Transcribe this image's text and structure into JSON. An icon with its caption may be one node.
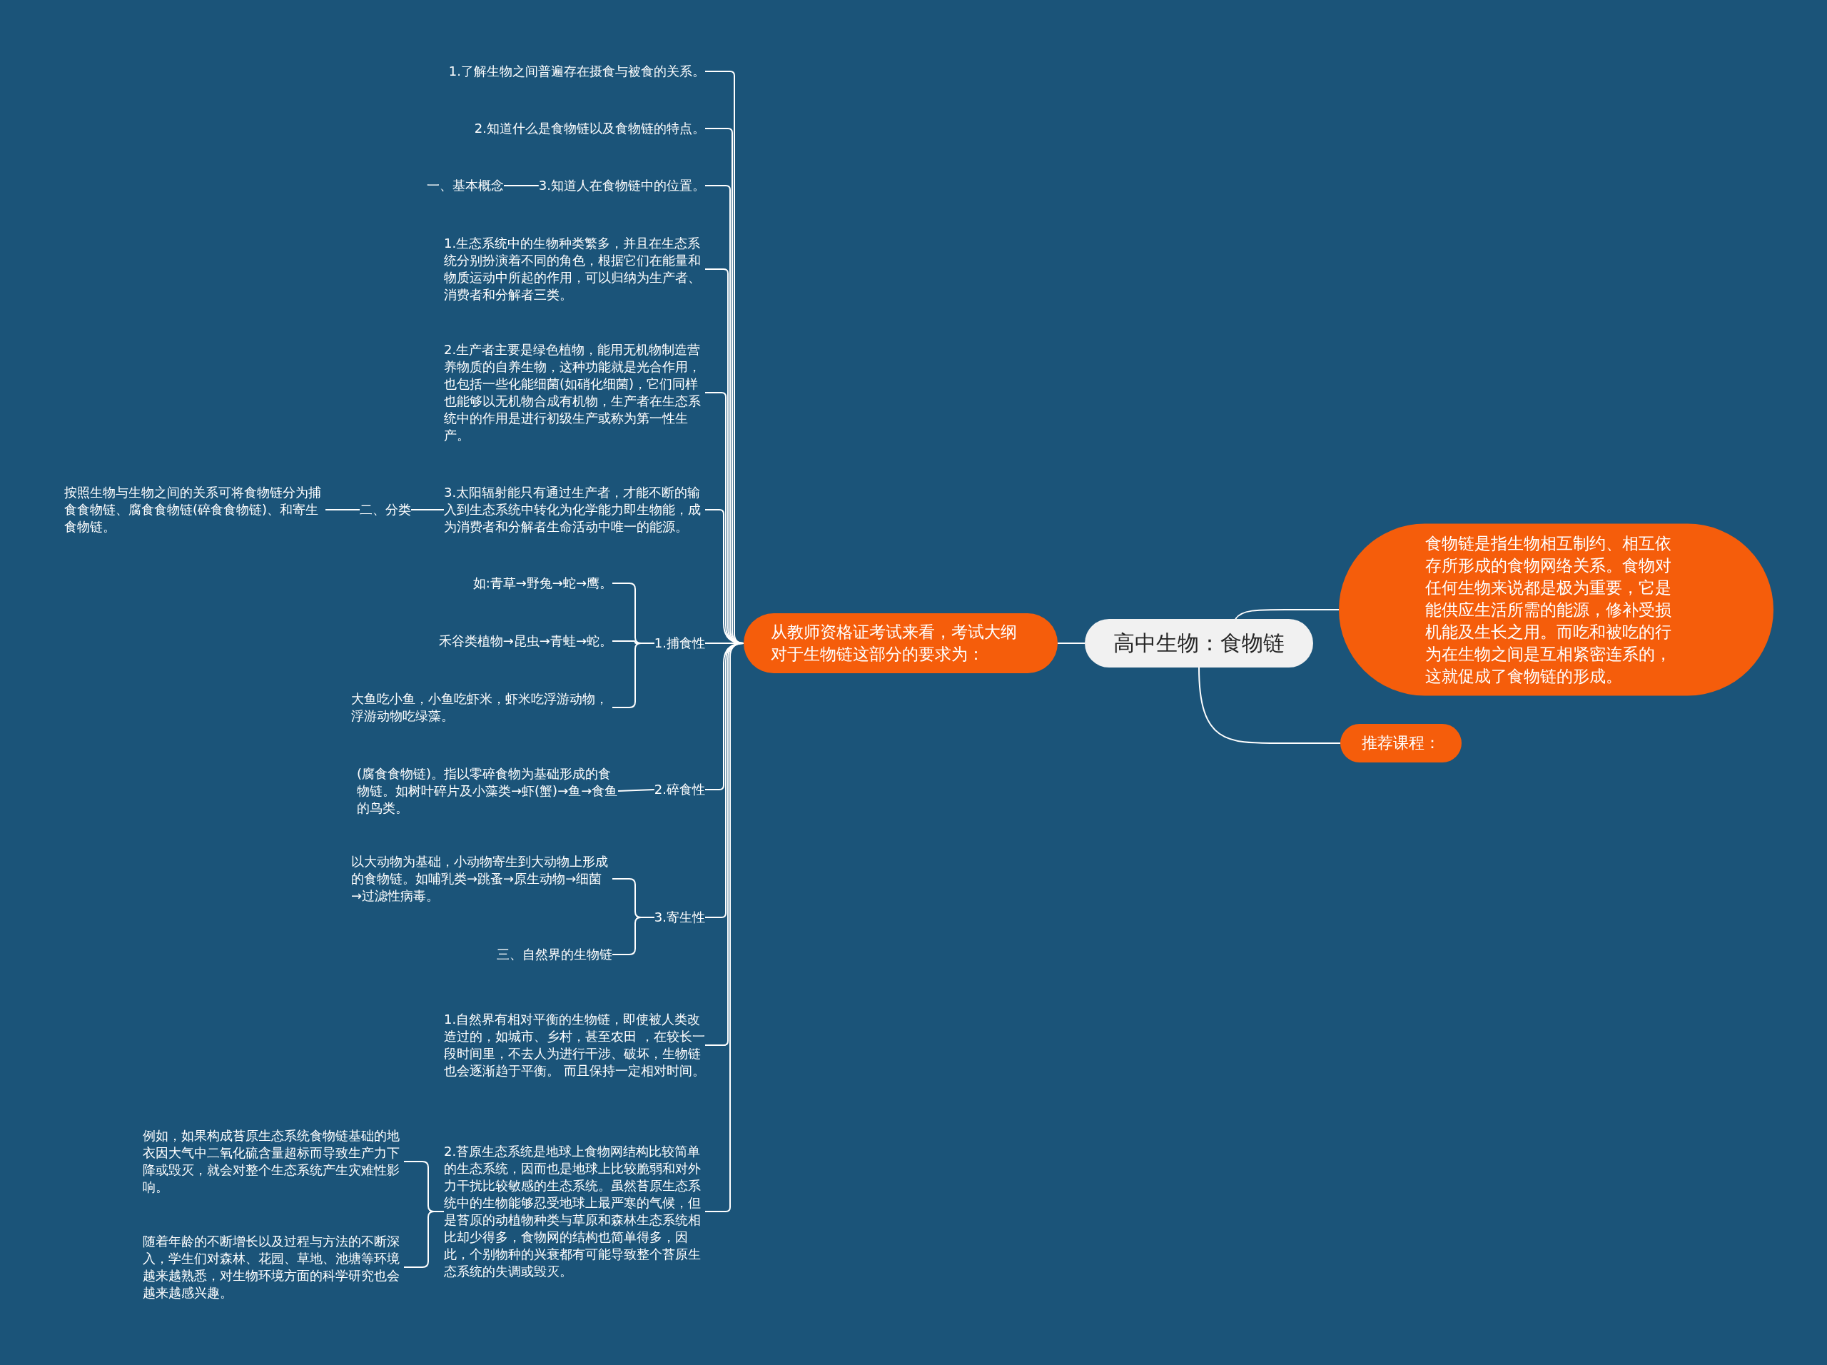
{
  "diagram": {
    "nodes": [
      {
        "text": [
          "高中生物：食物链"
        ]
      },
      {
        "text": [
          "从教师资格证考试来看，考试大纲对于生物链这部分的要求为："
        ]
      },
      {
        "text": [
          "食物链是指生物相互制约、相互依存所形成的食物网络关系。食物对任何生物来说都是极为重要，它是能供应生活所需的能源，修补受损机能及生长之用。而吃和被吃的行为在生物之间是互相紧密连系的，这就促成了食物链的形成。"
        ]
      },
      {
        "text": [
          "推荐课程："
        ]
      },
      {
        "text": [
          "1.了解生物之间普遍存在摄食与被食的关系。"
        ]
      },
      {
        "text": [
          "2.知道什么是食物链以及食物链的特点。"
        ]
      },
      {
        "text": [
          "3.知道人在食物链中的位置。"
        ]
      },
      {
        "text": [
          "一、基本概念"
        ]
      },
      {
        "text": [
          "1.生态系统中的生物种类繁多，并且在生态系统分别扮演着不同的角色，根据它们在能量和物质运动中所起的作用，可以归纳为生产者、消费者和分解者三类。"
        ]
      },
      {
        "text": [
          "2.生产者主要是绿色植物，能用无机物制造营养物质的自养生物，这种功能就是光合作用，也包括一些化能细菌(如硝化细菌)，它们同样也能够以无机物合成有机物，生产者在生态系统中的作用是进行初级生产或称为第一性生产。"
        ]
      },
      {
        "text": [
          "3.太阳辐射能只有通过生产者，才能不断的输入到生态系统中转化为化学能力即生物能，成为消费者和分解者生命活动中唯一的能源。"
        ]
      },
      {
        "text": [
          "二、分类"
        ]
      },
      {
        "text": [
          "按照生物与生物之间的关系可将食物链分为捕食食物链、腐食食物链(碎食食物链)、和寄生食物链。"
        ]
      },
      {
        "text": [
          "1.捕食性"
        ]
      },
      {
        "text": [
          "如:青草→野兔→蛇→鹰。"
        ]
      },
      {
        "text": [
          "禾谷类植物→昆虫→青蛙→蛇。"
        ]
      },
      {
        "text": [
          "大鱼吃小鱼，小鱼吃虾米，虾米吃浮游动物，浮游动物吃绿藻。"
        ]
      },
      {
        "text": [
          "2.碎食性"
        ]
      },
      {
        "text": [
          "(腐食食物链)。指以零碎食物为基础形成的食物链。如树叶碎片及小藻类→虾(蟹)→鱼→食鱼的鸟类。"
        ]
      },
      {
        "text": [
          "3.寄生性"
        ]
      },
      {
        "text": [
          "以大动物为基础，小动物寄生到大动物上形成的食物链。如哺乳类→跳蚤→原生动物→细菌→过滤性病毒。"
        ]
      },
      {
        "text": [
          "三、自然界的生物链"
        ]
      },
      {
        "text": [
          "1.自然界有相对平衡的生物链，即使被人类改造过的，如城市、乡村，甚至农田 ，在较长一段时间里，不去人为进行干涉、破坏，生物链也会逐渐趋于平衡。 而且保持一定相对时间。"
        ]
      },
      {
        "text": [
          "2.苔原生态系统是地球上食物网结构比较简单的生态系统，因而也是地球上比较脆弱和对外力干扰比较敏感的生态系统。虽然苔原生态系统中的生物能够忍受地球上最严寒的气候，但是苔原的动植物种类与草原和森林生态系统相比却少得多，食物网的结构也简单得多，因此，个别物种的兴衰都有可能导致整个苔原生态系统的失调或毁灭。"
        ]
      },
      {
        "text": [
          "例如，如果构成苔原生态系统食物链基础的地衣因大气中二氧化硫含量超标而导致生产力下降或毁灭，就会对整个生态系统产生灾难性影响。"
        ]
      },
      {
        "text": [
          "随着年龄的不断增长以及过程与方法的不断深入，学生们对森林、花园、草地、池塘等环境越来越熟悉，对生物环境方面的科学研究也会越来越感兴趣。"
        ]
      }
    ],
    "edges": [
      {
        "from": 0,
        "to": 1,
        "arrow": "none"
      },
      {
        "from": 0,
        "to": 2,
        "arrow": "none"
      },
      {
        "from": 0,
        "to": 3,
        "arrow": "none"
      },
      {
        "from": 1,
        "to": 4,
        "arrow": "none"
      },
      {
        "from": 1,
        "to": 5,
        "arrow": "none"
      },
      {
        "from": 1,
        "to": 6,
        "arrow": "none"
      },
      {
        "from": 6,
        "to": 7,
        "arrow": "none"
      },
      {
        "from": 1,
        "to": 8,
        "arrow": "none"
      },
      {
        "from": 1,
        "to": 9,
        "arrow": "none"
      },
      {
        "from": 1,
        "to": 10,
        "arrow": "none"
      },
      {
        "from": 10,
        "to": 11,
        "arrow": "none"
      },
      {
        "from": 11,
        "to": 12,
        "arrow": "none"
      },
      {
        "from": 1,
        "to": 13,
        "arrow": "none"
      },
      {
        "from": 13,
        "to": 14,
        "arrow": "none"
      },
      {
        "from": 13,
        "to": 15,
        "arrow": "none"
      },
      {
        "from": 13,
        "to": 16,
        "arrow": "none"
      },
      {
        "from": 1,
        "to": 17,
        "arrow": "none"
      },
      {
        "from": 17,
        "to": 18,
        "arrow": "none"
      },
      {
        "from": 1,
        "to": 19,
        "arrow": "none"
      },
      {
        "from": 19,
        "to": 20,
        "arrow": "none"
      },
      {
        "from": 19,
        "to": 21,
        "arrow": "none"
      },
      {
        "from": 1,
        "to": 22,
        "arrow": "none"
      },
      {
        "from": 1,
        "to": 23,
        "arrow": "none"
      },
      {
        "from": 23,
        "to": 24,
        "arrow": "none"
      },
      {
        "from": 23,
        "to": 25,
        "arrow": "none"
      }
    ]
  }
}
